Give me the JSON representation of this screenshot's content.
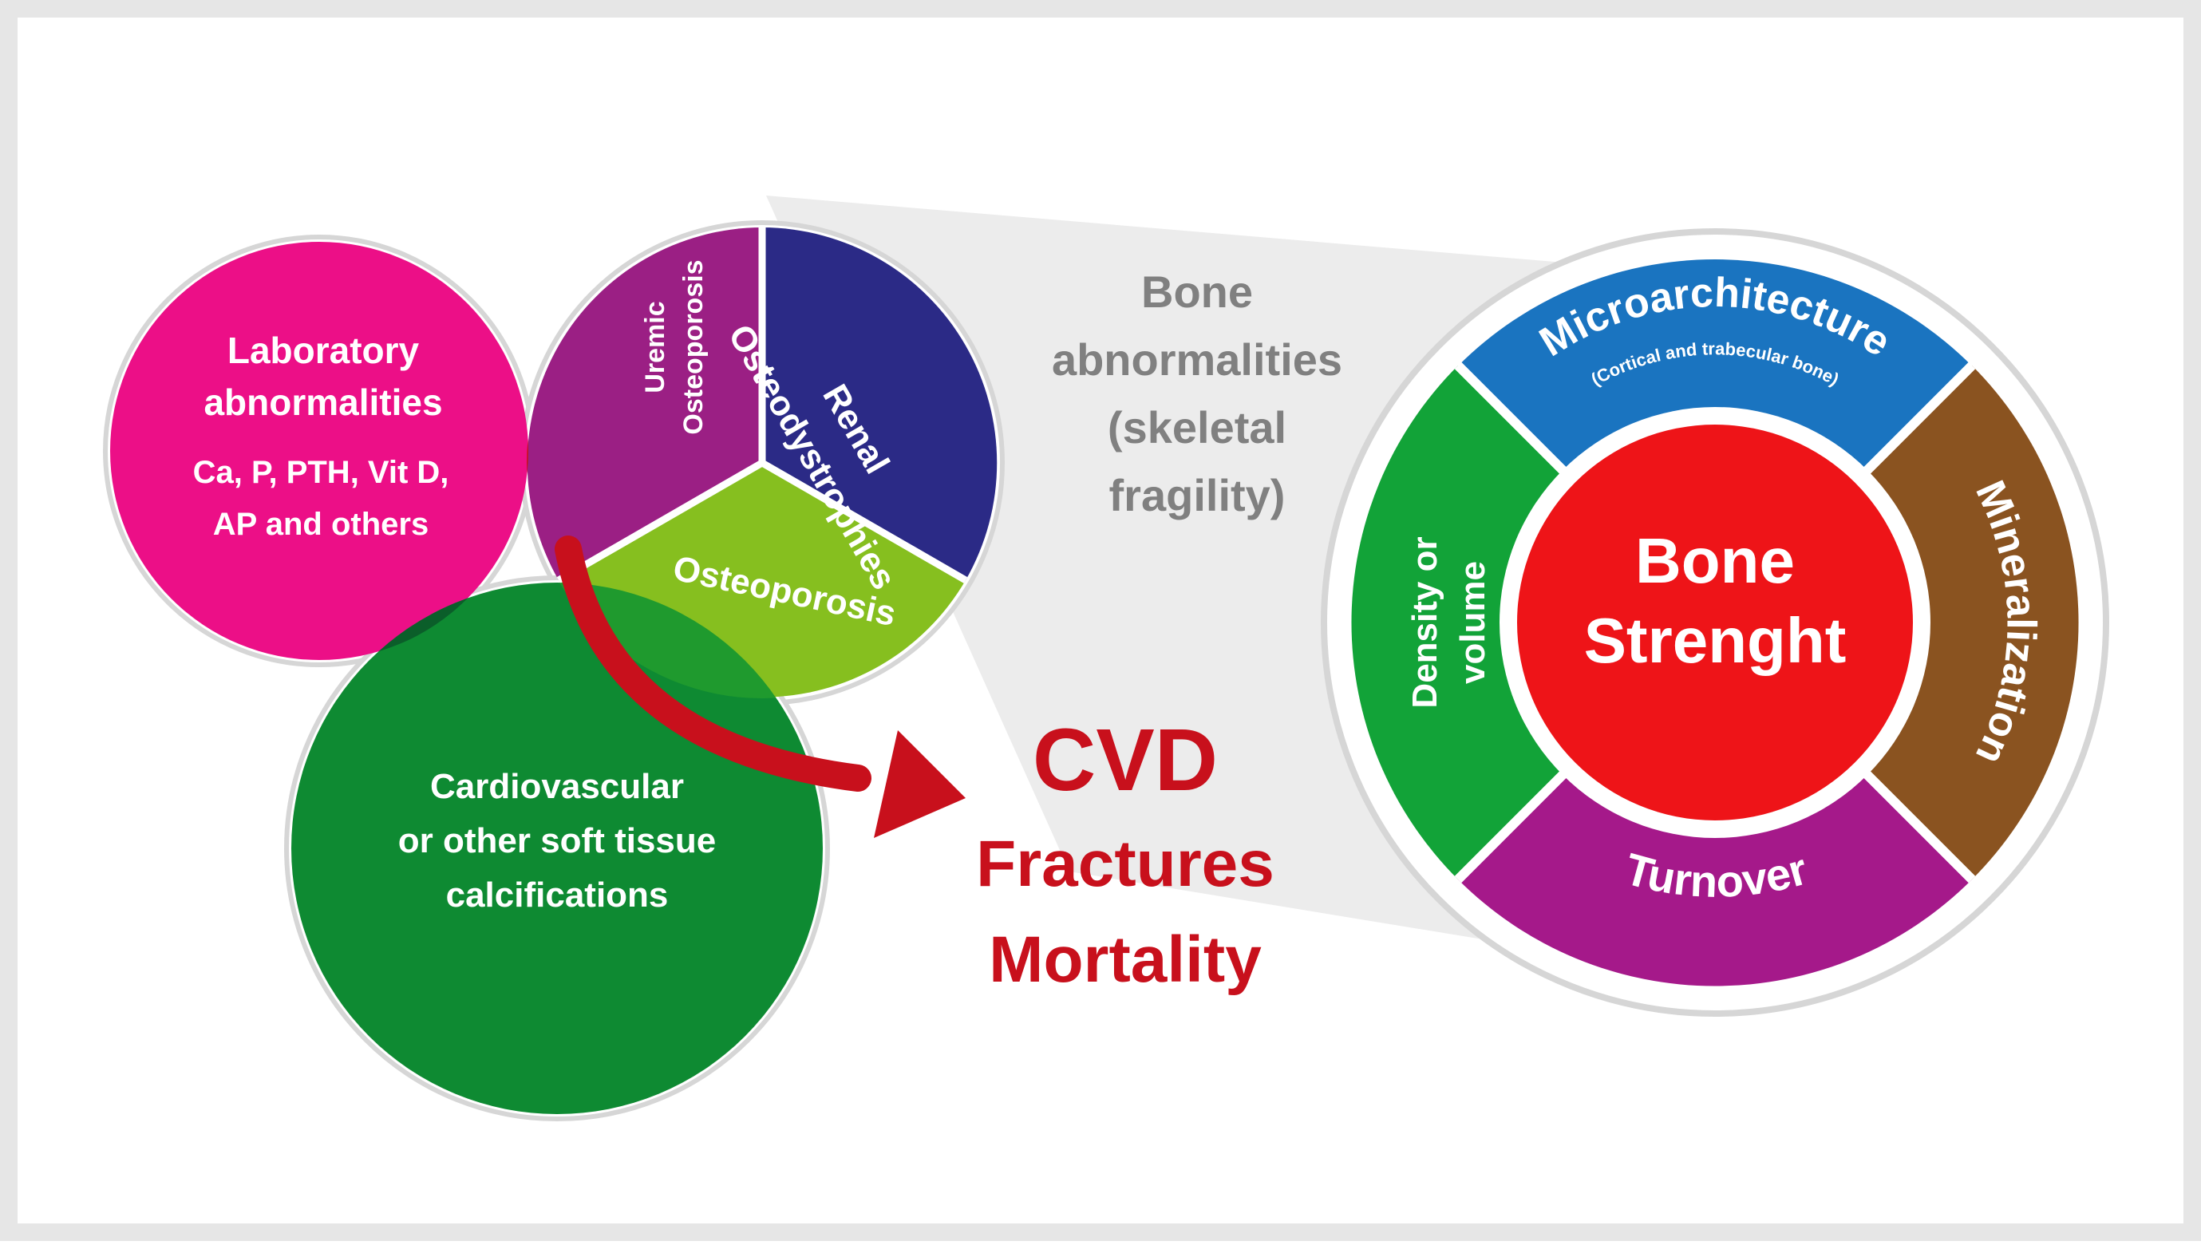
{
  "colors": {
    "frame": "#e6e6e6",
    "ring": "#d6d6d6",
    "lab": "#ec0f87",
    "cardio": "#0e8a32",
    "overlap": "#c8101c",
    "uremic": "#9b1f84",
    "renal": "#2b2a86",
    "osteo": "#86bf1f",
    "bone_text": "#808080",
    "micro": "#1a74c0",
    "mineral": "#8a5320",
    "turnover": "#a5198a",
    "density": "#12a338",
    "center": "#ee1418",
    "outcome": "#c8101c"
  },
  "lab": {
    "line1": "Laboratory",
    "line2": "abnormalities",
    "line3": "Ca, P, PTH, Vit D,",
    "line4": "AP and others"
  },
  "cardio": {
    "line1": "Cardiovascular",
    "line2": "or other soft tissue",
    "line3": "calcifications"
  },
  "skeletal": {
    "uremic_line1": "Uremic",
    "uremic_line2": "Osteoporosis",
    "renal_line1": "Renal",
    "renal_line2": "Osteodystrophies",
    "osteoporosis": "Osteoporosis"
  },
  "bone_label": {
    "line1": "Bone",
    "line2": "abnormalities",
    "line3": "(skeletal",
    "line4": "fragility)"
  },
  "outcomes": {
    "cvd": "CVD",
    "fractures": "Fractures",
    "mortality": "Mortality"
  },
  "wheel": {
    "microarchitecture": "Microarchitecture",
    "micro_sub": "(Cortical and trabecular bone)",
    "mineralization": "Mineralization",
    "turnover": "Turnover",
    "density_line1": "Density or",
    "density_line2": "volume",
    "center_line1": "Bone",
    "center_line2": "Strenght"
  }
}
